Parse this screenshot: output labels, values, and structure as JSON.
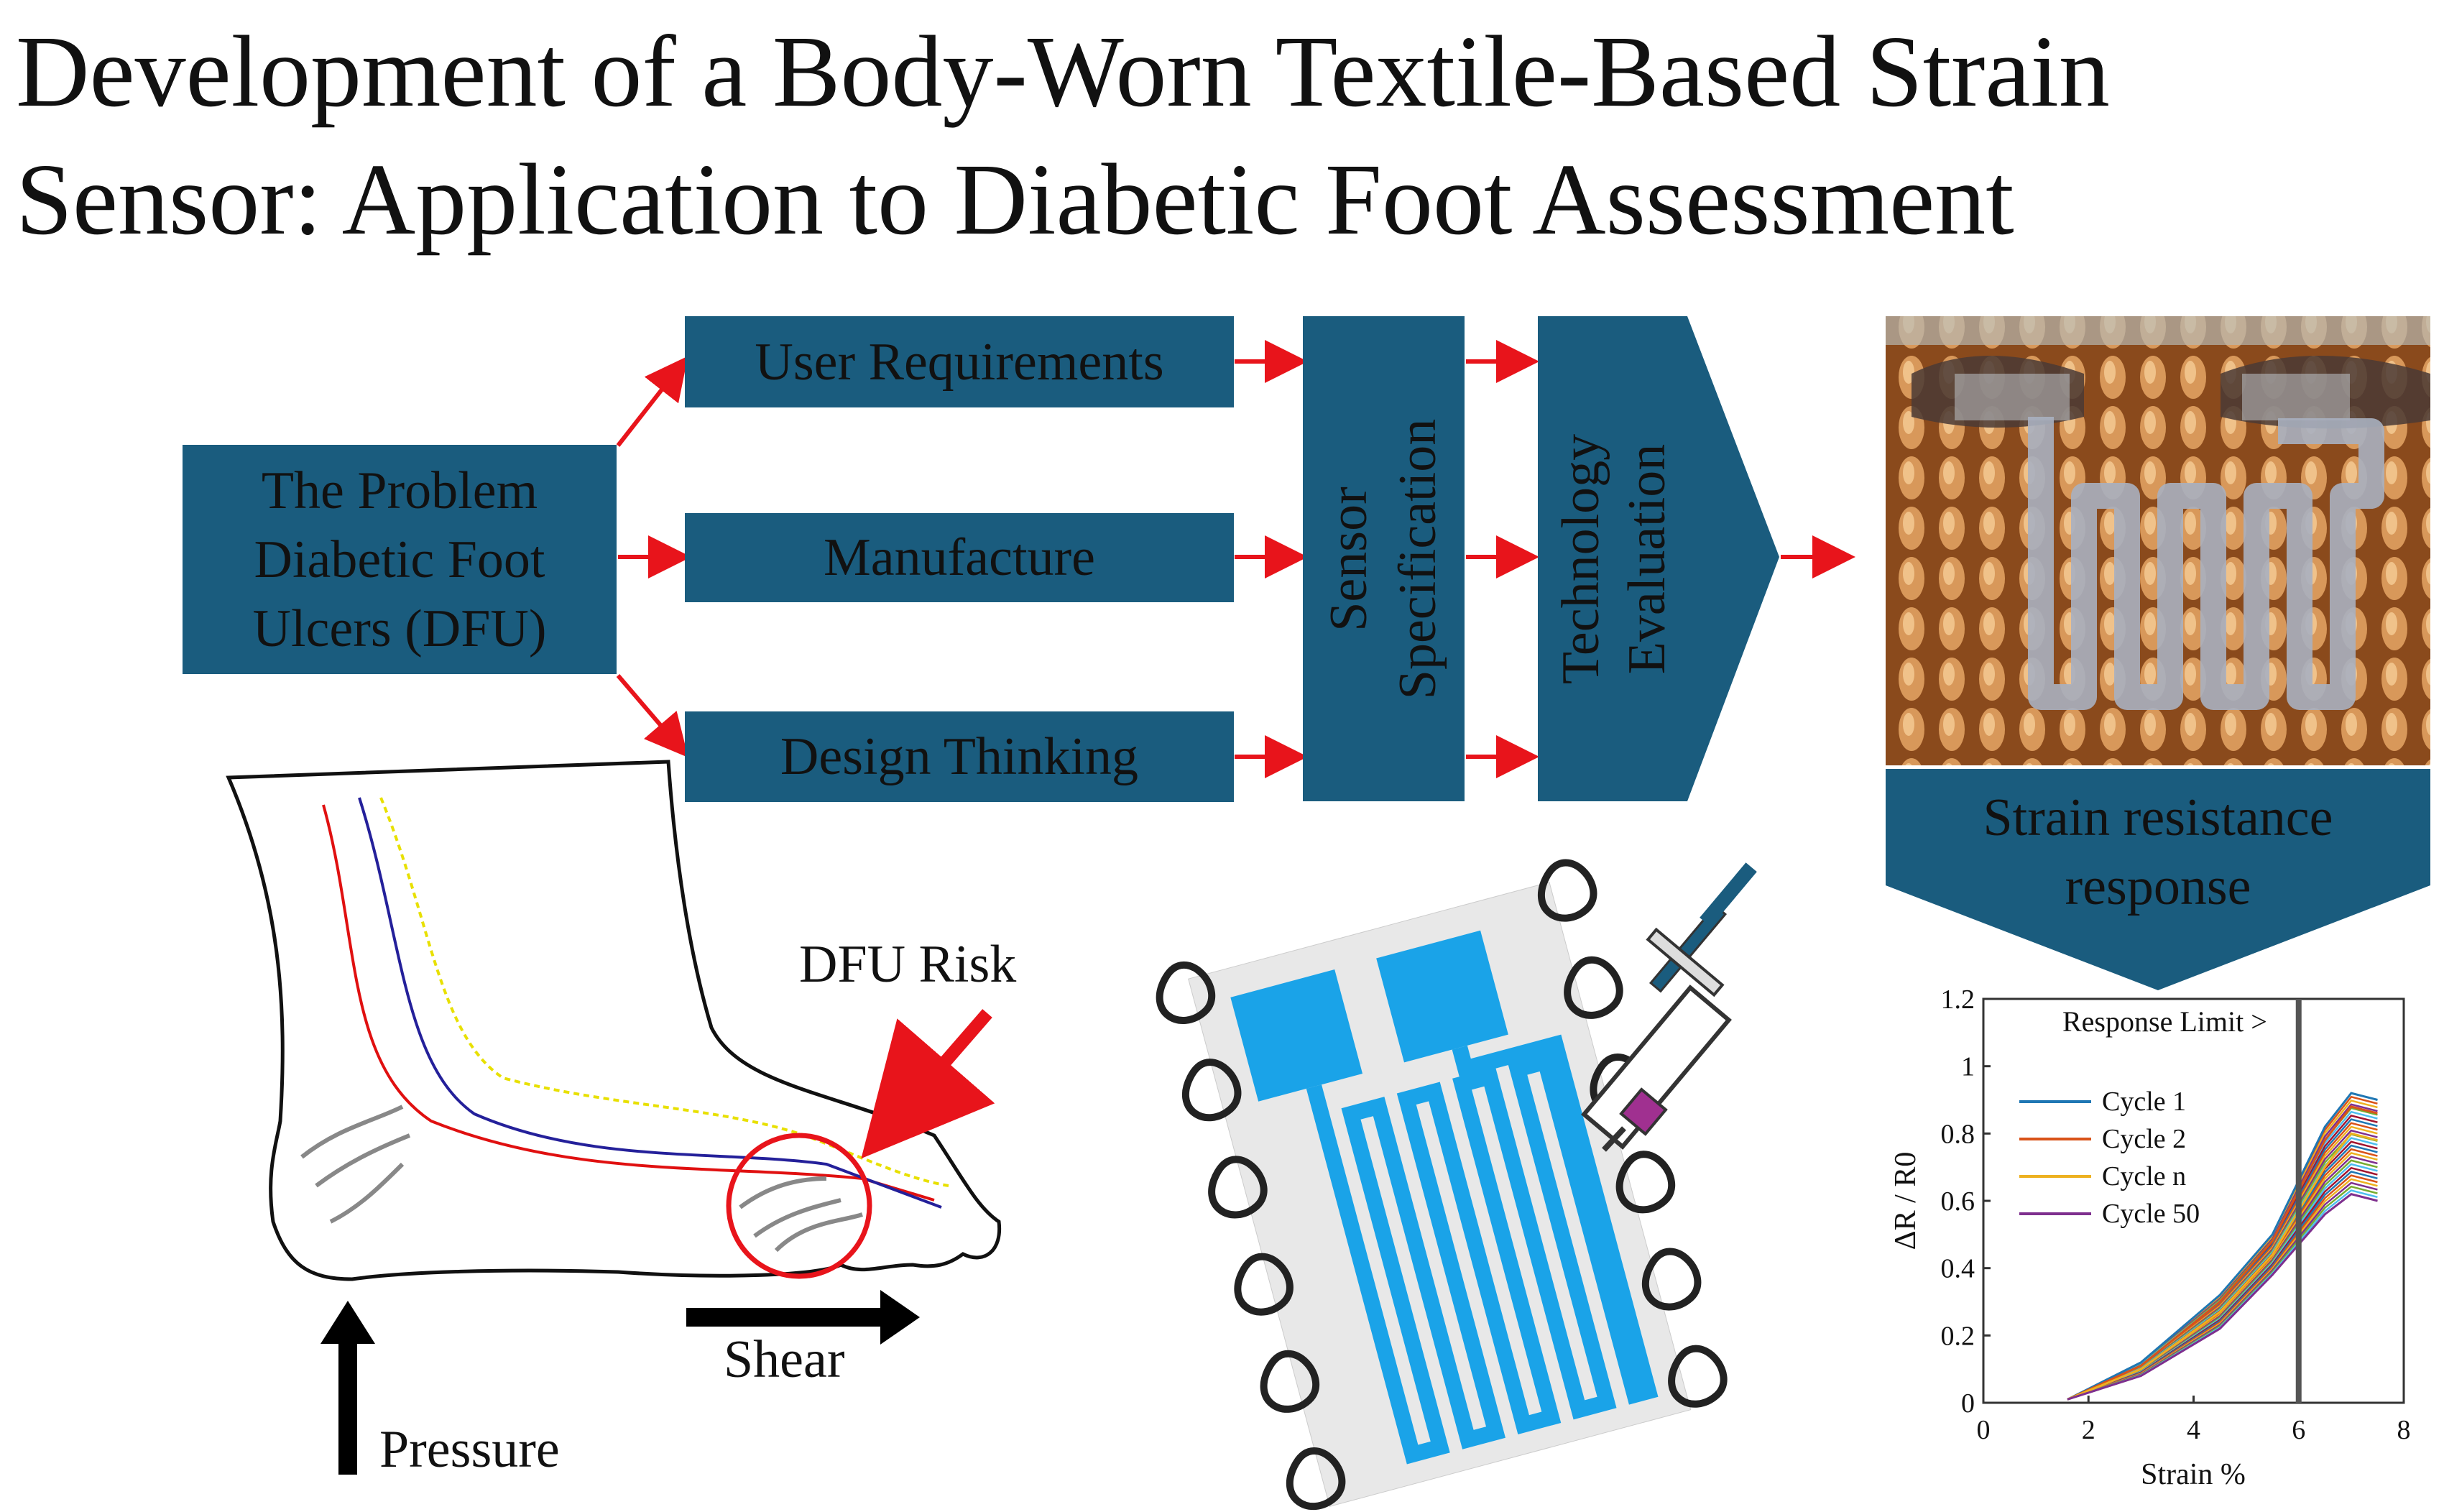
{
  "title": {
    "line1": "Development of a Body-Worn Textile-Based Strain",
    "line2": "Sensor: Application to Diabetic Foot Assessment"
  },
  "flow": {
    "problem": [
      "The Problem",
      "Diabetic Foot",
      "Ulcers (DFU)"
    ],
    "user_requirements": "User Requirements",
    "manufacture": "Manufacture",
    "design_thinking": "Design Thinking",
    "sensor_specification": [
      "Sensor",
      "Specification"
    ],
    "technology_evaluation": [
      "Technology",
      "Evaluation"
    ],
    "strain_response": [
      "Strain resistance",
      "response"
    ]
  },
  "foot": {
    "dfu_risk": "DFU Risk",
    "shear": "Shear",
    "pressure": "Pressure"
  },
  "colors": {
    "box_fill": "#1a5c7e",
    "arrow": "#e8141b",
    "sensor_blue": "#1aa3e8"
  },
  "chart_data": {
    "type": "line",
    "xlabel": "Strain %",
    "ylabel": "ΔR / R0",
    "xlim": [
      0,
      8
    ],
    "ylim": [
      0,
      1.2
    ],
    "xticks": [
      "0",
      "2",
      "4",
      "6",
      "8"
    ],
    "yticks": [
      "0",
      "0.2",
      "0.4",
      "0.6",
      "0.8",
      "1",
      "1.2"
    ],
    "annotation": "Response Limit >",
    "vline_x": 6,
    "legend": [
      "Cycle 1",
      "Cycle 2",
      "Cycle n",
      "Cycle 50"
    ],
    "legend_colors": [
      "#1f77b4",
      "#d95319",
      "#edb120",
      "#7e2f8e"
    ],
    "series": [
      {
        "name": "Cycle 1",
        "x": [
          1.6,
          3,
          4.5,
          5.5,
          6.5,
          7.0,
          7.5
        ],
        "y": [
          0.01,
          0.12,
          0.32,
          0.5,
          0.82,
          0.92,
          0.9
        ]
      },
      {
        "name": "Cycle 2",
        "x": [
          1.6,
          3,
          4.5,
          5.5,
          6.5,
          7.0,
          7.5
        ],
        "y": [
          0.01,
          0.11,
          0.3,
          0.48,
          0.78,
          0.88,
          0.86
        ]
      },
      {
        "name": "Cycle n",
        "x": [
          1.6,
          3,
          4.5,
          5.5,
          6.5,
          7.0,
          7.5
        ],
        "y": [
          0.01,
          0.1,
          0.27,
          0.44,
          0.7,
          0.8,
          0.78
        ]
      },
      {
        "name": "Cycle 50",
        "x": [
          1.6,
          3,
          4.5,
          5.5,
          6.5,
          7.0,
          7.5
        ],
        "y": [
          0.01,
          0.08,
          0.22,
          0.38,
          0.56,
          0.62,
          0.6
        ]
      }
    ]
  }
}
